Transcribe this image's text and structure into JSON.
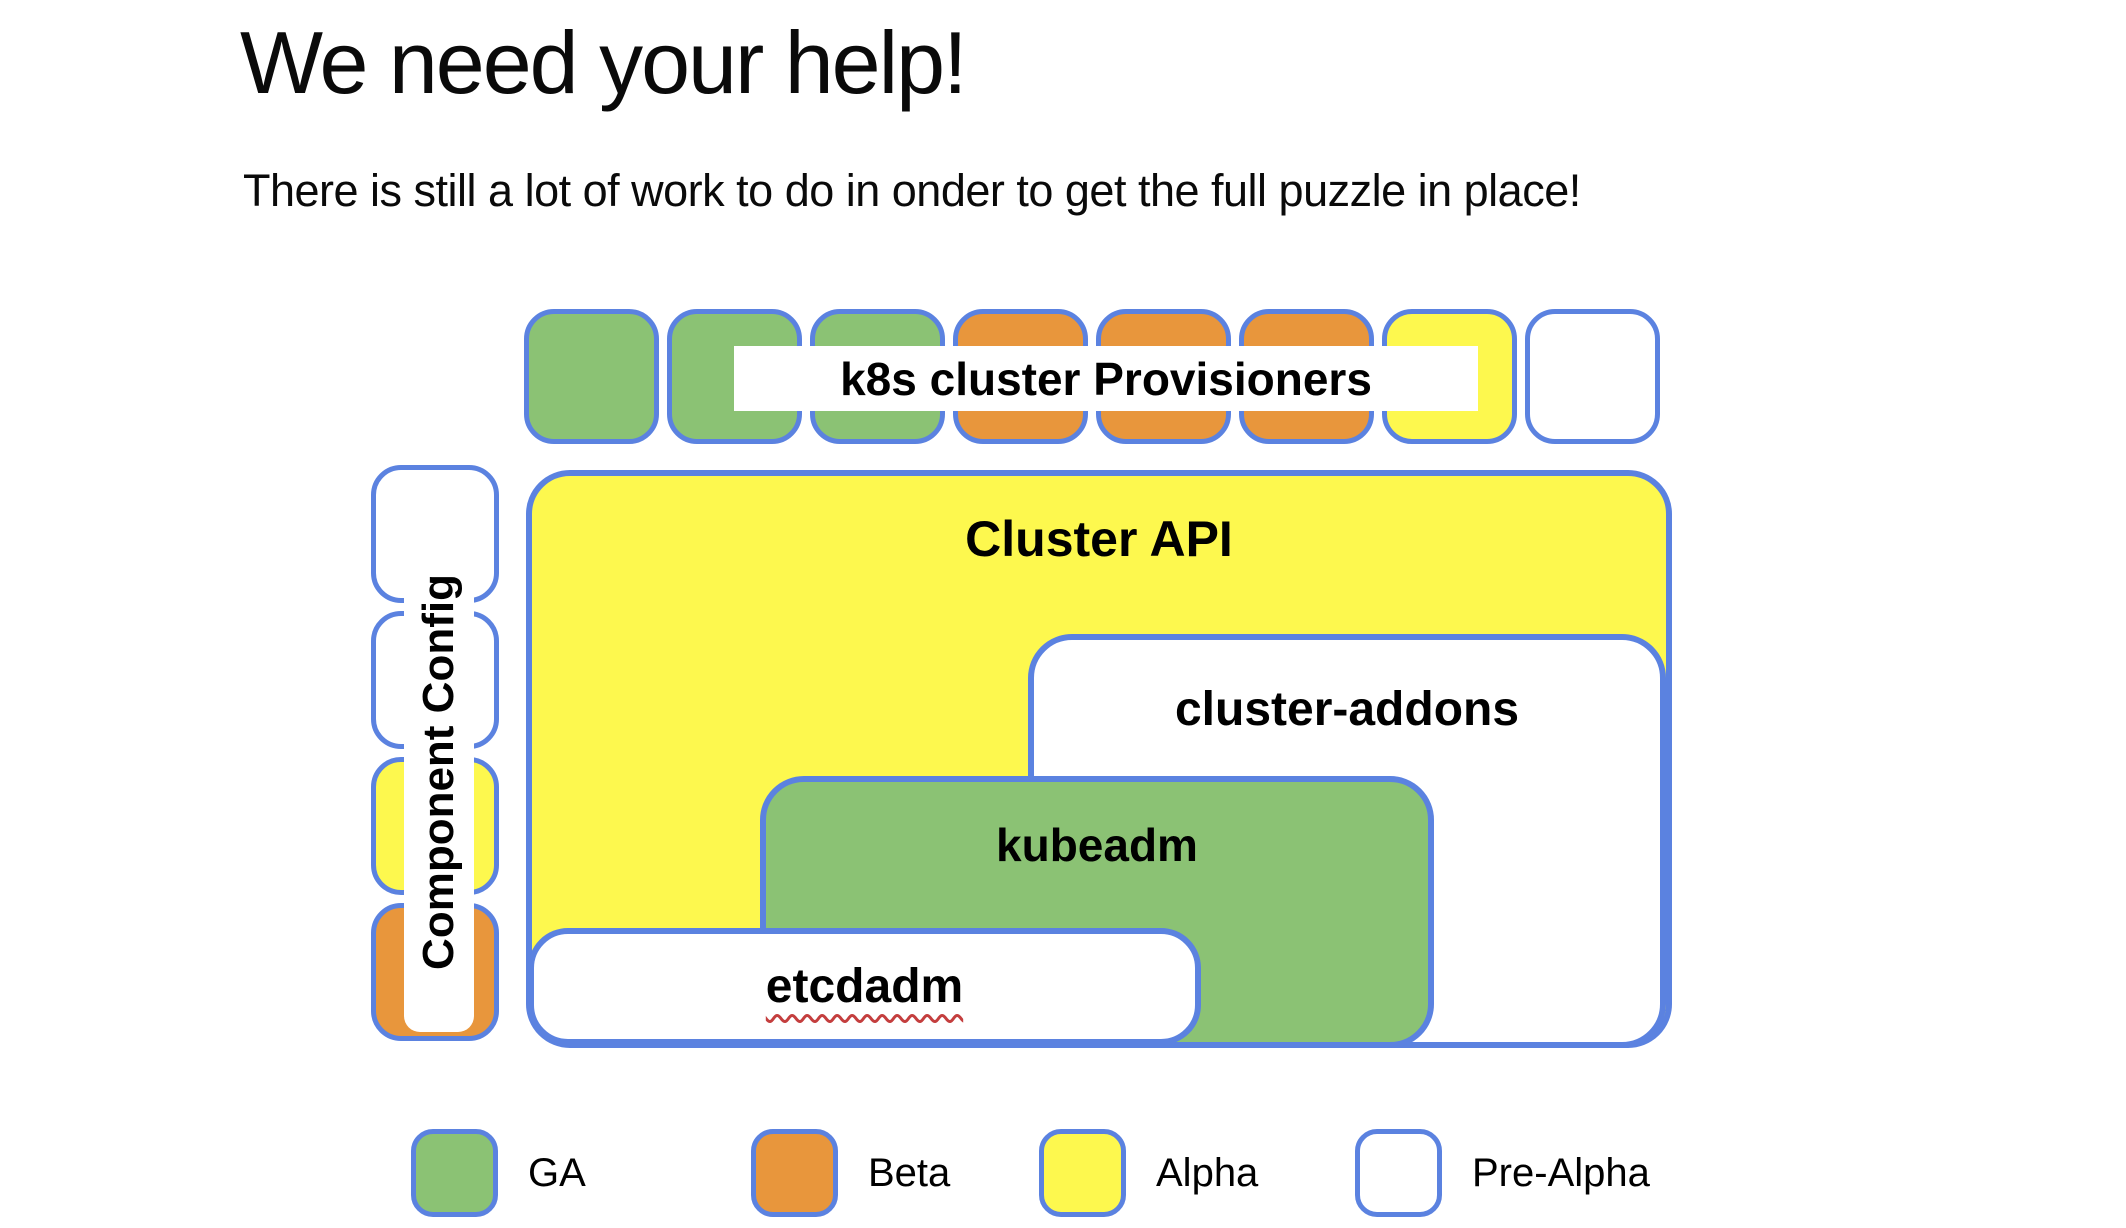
{
  "title": "We need your help!",
  "subtitle": "There is still a lot of work to do in onder to get the full puzzle in place!",
  "colors": {
    "ga": "#8bc274",
    "beta": "#e8963c",
    "alpha": "#fdf84e",
    "pre_alpha": "#ffffff",
    "border_blue": "#5b82e0",
    "squiggle_red": "#c43e3e"
  },
  "diagram": {
    "provisioners_label": "k8s cluster Provisioners",
    "provisioner_squares": [
      "ga",
      "ga",
      "ga",
      "beta",
      "beta",
      "beta",
      "alpha",
      "pre_alpha"
    ],
    "component_config_label": "Component Config",
    "component_config_squares": [
      "pre_alpha",
      "pre_alpha",
      "alpha",
      "beta"
    ],
    "boxes": {
      "cluster_api": "Cluster API",
      "cluster_addons": "cluster-addons",
      "kubeadm": "kubeadm",
      "etcdadm": "etcdadm"
    }
  },
  "legend": {
    "items": [
      {
        "label": "GA",
        "status": "ga"
      },
      {
        "label": "Beta",
        "status": "beta"
      },
      {
        "label": "Alpha",
        "status": "alpha"
      },
      {
        "label": "Pre-Alpha",
        "status": "pre_alpha"
      }
    ]
  }
}
